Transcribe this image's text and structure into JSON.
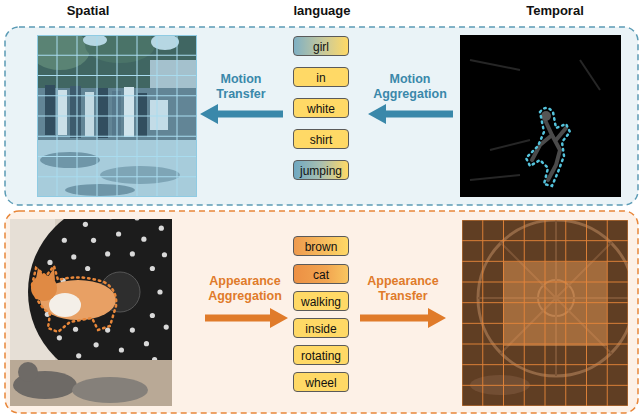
{
  "diagram": {
    "nodes": [
      {
        "text": [
          "girl"
        ]
      },
      {
        "text": [
          "in"
        ]
      },
      {
        "text": [
          "white"
        ]
      },
      {
        "text": [
          "shirt"
        ]
      },
      {
        "text": [
          "jumping"
        ]
      },
      {
        "text": [
          "brown"
        ]
      },
      {
        "text": [
          "cat"
        ]
      },
      {
        "text": [
          "walking"
        ]
      },
      {
        "text": [
          "inside"
        ]
      },
      {
        "text": [
          "rotating"
        ]
      },
      {
        "text": [
          "wheel"
        ]
      }
    ],
    "labels": [
      "Spatial",
      "language",
      "Temporal",
      "Motion Transfer",
      "Motion Aggregation",
      "Appearance Aggregation",
      "Appearance Transfer"
    ]
  }
}
